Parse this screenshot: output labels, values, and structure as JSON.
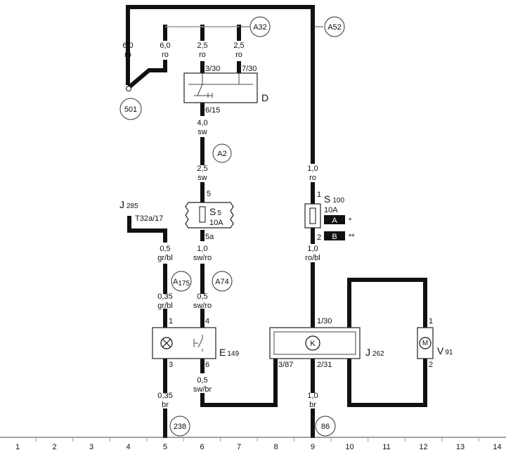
{
  "connectors": {
    "A32": "A32",
    "A52": "A52",
    "A2": "A2",
    "A175_main": "A",
    "A175_sub": "175",
    "A74": "A74",
    "c501": "501",
    "c238": "238",
    "c86": "86"
  },
  "wires": {
    "w1": [
      "6,0",
      "ro"
    ],
    "w2": [
      "6,0",
      "ro"
    ],
    "w3": [
      "2,5",
      "ro"
    ],
    "w4": [
      "2,5",
      "ro"
    ],
    "w5": [
      "4,0",
      "sw"
    ],
    "w6": [
      "2,5",
      "sw"
    ],
    "w7": [
      "1,0",
      "ro"
    ],
    "w8": [
      "0,5",
      "gr/bl"
    ],
    "w9": [
      "1,0",
      "sw/ro"
    ],
    "w10": [
      "1,0",
      "ro/bl"
    ],
    "w11": [
      "0,35",
      "gr/bl"
    ],
    "w12": [
      "0,5",
      "sw/ro"
    ],
    "w13": [
      "0,5",
      "sw/br"
    ],
    "w14": [
      "0,35",
      "br"
    ],
    "w15": [
      "1,0",
      "br"
    ]
  },
  "pins": {
    "d_3_30": "3/30",
    "d_7_30": "7/30",
    "d_6_15": "6/15",
    "s5_5": "5",
    "s5_5a": "5a",
    "s100_1": "1",
    "s100_2": "2",
    "e149_1": "1",
    "e149_4": "4",
    "e149_3": "3",
    "e149_6": "6",
    "j262_1_30": "1/30",
    "j262_3_87": "3/87",
    "j262_2_31": "2/31",
    "v91_1": "1",
    "v91_2": "2"
  },
  "components": {
    "D": "D",
    "J285_main": "J",
    "J285_sub": "285",
    "T32a": "T32a/17",
    "S5_main": "S",
    "S5_sub": "5",
    "S5_rating": "10A",
    "S100_main": "S",
    "S100_sub": "100",
    "S100_rating": "10A",
    "E149_main": "E",
    "E149_sub": "149",
    "J262_main": "J",
    "J262_sub": "262",
    "J262_relay": "K",
    "V91_main": "V",
    "V91_sub": "91",
    "V91_motor": "M"
  },
  "variants": {
    "A_label": "A",
    "A_mark": "*",
    "B_label": "B",
    "B_mark": "**"
  },
  "axis": [
    "1",
    "2",
    "3",
    "4",
    "5",
    "6",
    "7",
    "8",
    "9",
    "10",
    "11",
    "12",
    "13",
    "14"
  ]
}
